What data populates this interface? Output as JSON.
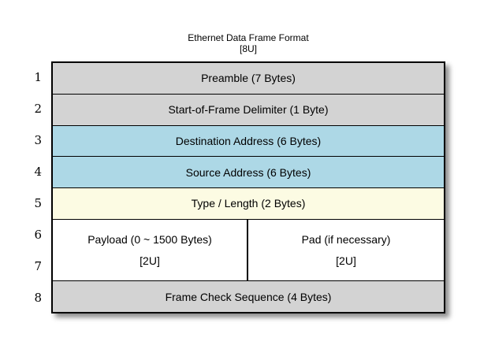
{
  "title": "Ethernet Data Frame Format",
  "subtitle": "[8U]",
  "unit_numbers": [
    "1",
    "2",
    "3",
    "4",
    "5",
    "6",
    "7",
    "8"
  ],
  "colors": {
    "gray_field": "#D3D3D3",
    "blue_field": "#ADD8E6",
    "yellow_field": "#FCFBE3",
    "white_field": "#FFFFFF",
    "border": "#000000",
    "background": "#FFFFFF"
  },
  "rows": [
    {
      "units": 1,
      "color": "gray",
      "cells": [
        {
          "lines": [
            "Preamble (7 Bytes)"
          ]
        }
      ]
    },
    {
      "units": 1,
      "color": "gray",
      "cells": [
        {
          "lines": [
            "Start-of-Frame Delimiter (1 Byte)"
          ]
        }
      ]
    },
    {
      "units": 1,
      "color": "blue",
      "cells": [
        {
          "lines": [
            "Destination Address (6 Bytes)"
          ]
        }
      ]
    },
    {
      "units": 1,
      "color": "blue",
      "cells": [
        {
          "lines": [
            "Source Address (6 Bytes)"
          ]
        }
      ]
    },
    {
      "units": 1,
      "color": "yellow",
      "cells": [
        {
          "lines": [
            "Type / Length (2 Bytes)"
          ]
        }
      ]
    },
    {
      "units": 2,
      "color": "white",
      "cells": [
        {
          "lines": [
            "Payload (0 ~ 1500 Bytes)",
            "[2U]"
          ]
        },
        {
          "lines": [
            "Pad (if necessary)",
            "[2U]"
          ]
        }
      ]
    },
    {
      "units": 1,
      "color": "gray",
      "cells": [
        {
          "lines": [
            "Frame Check Sequence (4 Bytes)"
          ]
        }
      ]
    }
  ]
}
